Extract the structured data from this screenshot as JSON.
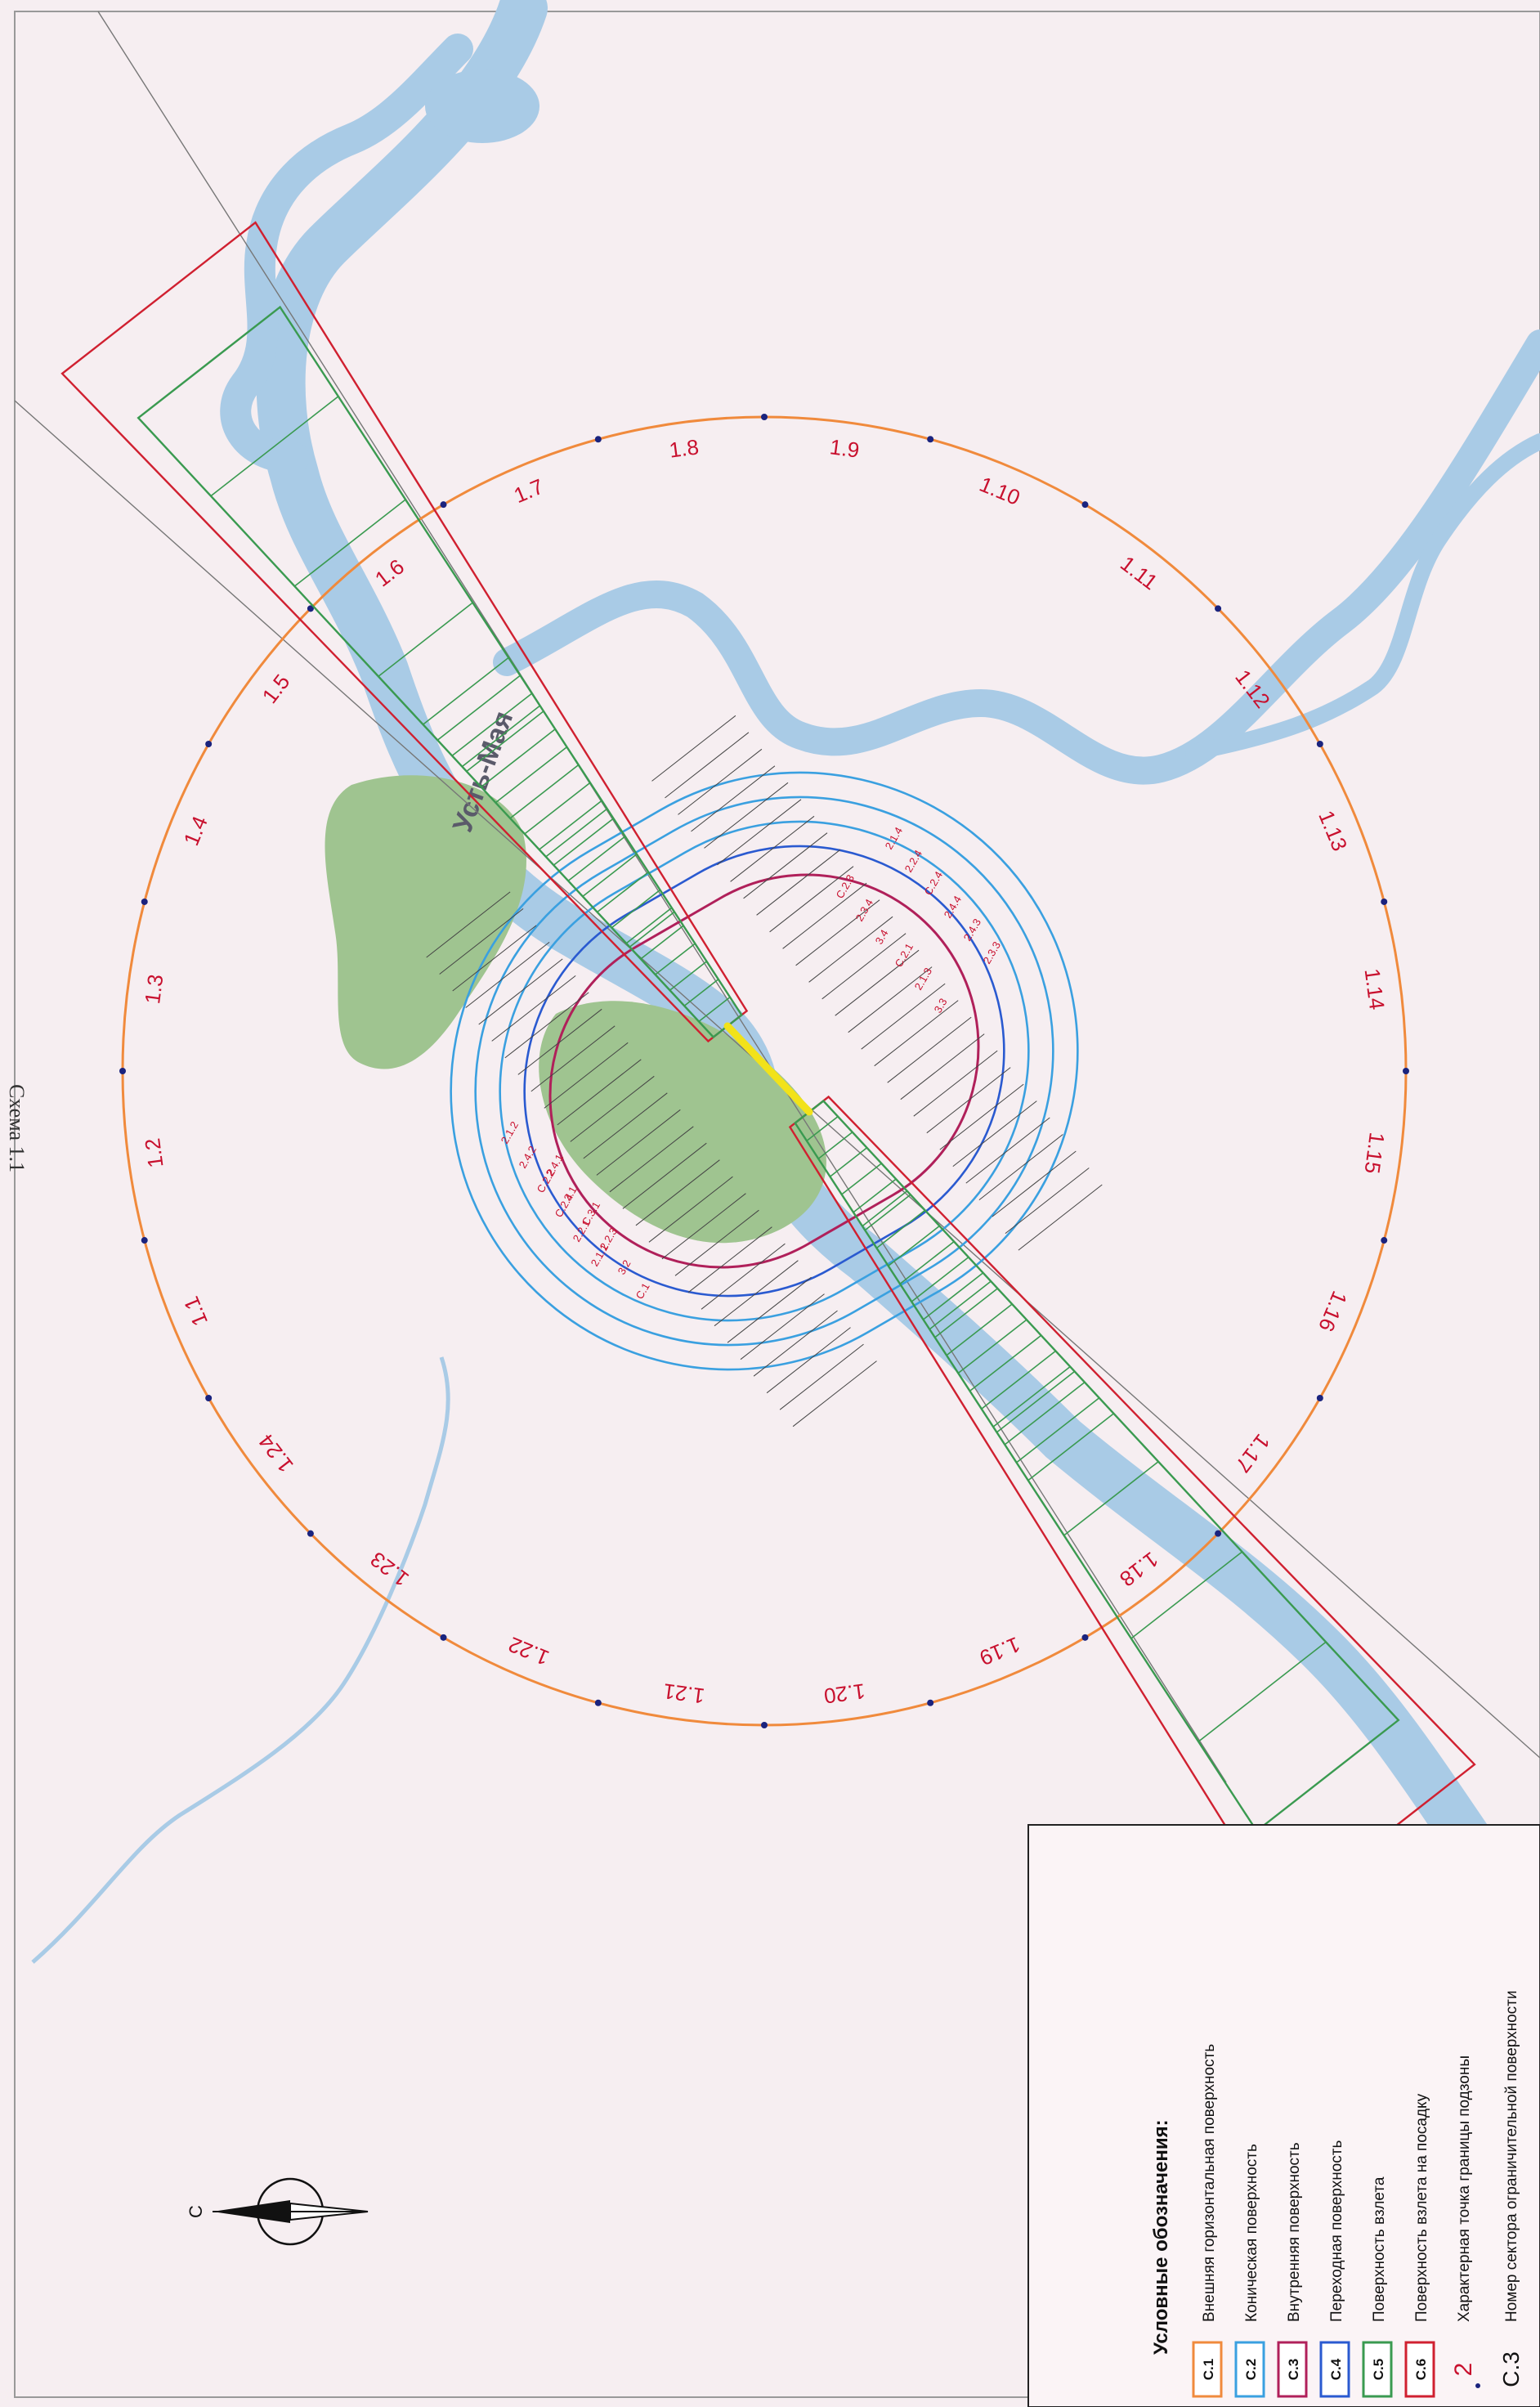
{
  "header": "Схема 1.1",
  "town": "Усть-Мая",
  "compass": {
    "north_letter": "С"
  },
  "colors": {
    "c1": "#f08a3c",
    "c2": "#3aa0e0",
    "c3": "#b0205a",
    "c4": "#2a5ad0",
    "c5": "#3a9a50",
    "c6": "#d02030",
    "river": "#a9cbe6",
    "forest": "#9fc490",
    "runway": "#f2e21a"
  },
  "sectors": [
    "1.1",
    "1.2",
    "1.3",
    "1.4",
    "1.5",
    "1.6",
    "1.7",
    "1.8",
    "1.9",
    "1.10",
    "1.11",
    "1.12",
    "1.13",
    "1.14",
    "1.15",
    "1.16",
    "1.17",
    "1.18",
    "1.19",
    "1.20",
    "1.21",
    "1.22",
    "1.23",
    "1.24"
  ],
  "inner_labels_east": [
    "2.1.4",
    "2.2.4",
    "C.2.4",
    "2.4.4",
    "2.4.3",
    "2.3.3",
    "C.2.3",
    "2.3.4",
    "3.4",
    "C.2.1",
    "2.1.3",
    "3.3"
  ],
  "inner_labels_west": [
    "2.1.2",
    "2.4.2",
    "C.2.2",
    "C.2.4",
    "2.2.1",
    "2.1.1",
    "2.4.1",
    "3.1",
    "C.3.1",
    "2.2.3",
    "3.2",
    "C.1"
  ],
  "legend": {
    "title": "Условные обозначения:",
    "items": [
      {
        "code": "C.1",
        "text": "Внешняя горизонтальная поверхность",
        "color": "#f08a3c"
      },
      {
        "code": "C.2",
        "text": "Коническая поверхность",
        "color": "#3aa0e0"
      },
      {
        "code": "C.3",
        "text": "Внутренняя поверхность",
        "color": "#b0205a"
      },
      {
        "code": "C.4",
        "text": "Переходная поверхность",
        "color": "#2a5ad0"
      },
      {
        "code": "C.5",
        "text": "Поверхность взлета",
        "color": "#3a9a50"
      },
      {
        "code": "C.6",
        "text": "Поверхность взлета на посадку",
        "color": "#d02030"
      }
    ],
    "point_symbol": "2",
    "point_text": "Характерная точка границы подзоны",
    "sector_symbol": "C.3",
    "sector_text": "Номер сектора ограничительной поверхности"
  }
}
